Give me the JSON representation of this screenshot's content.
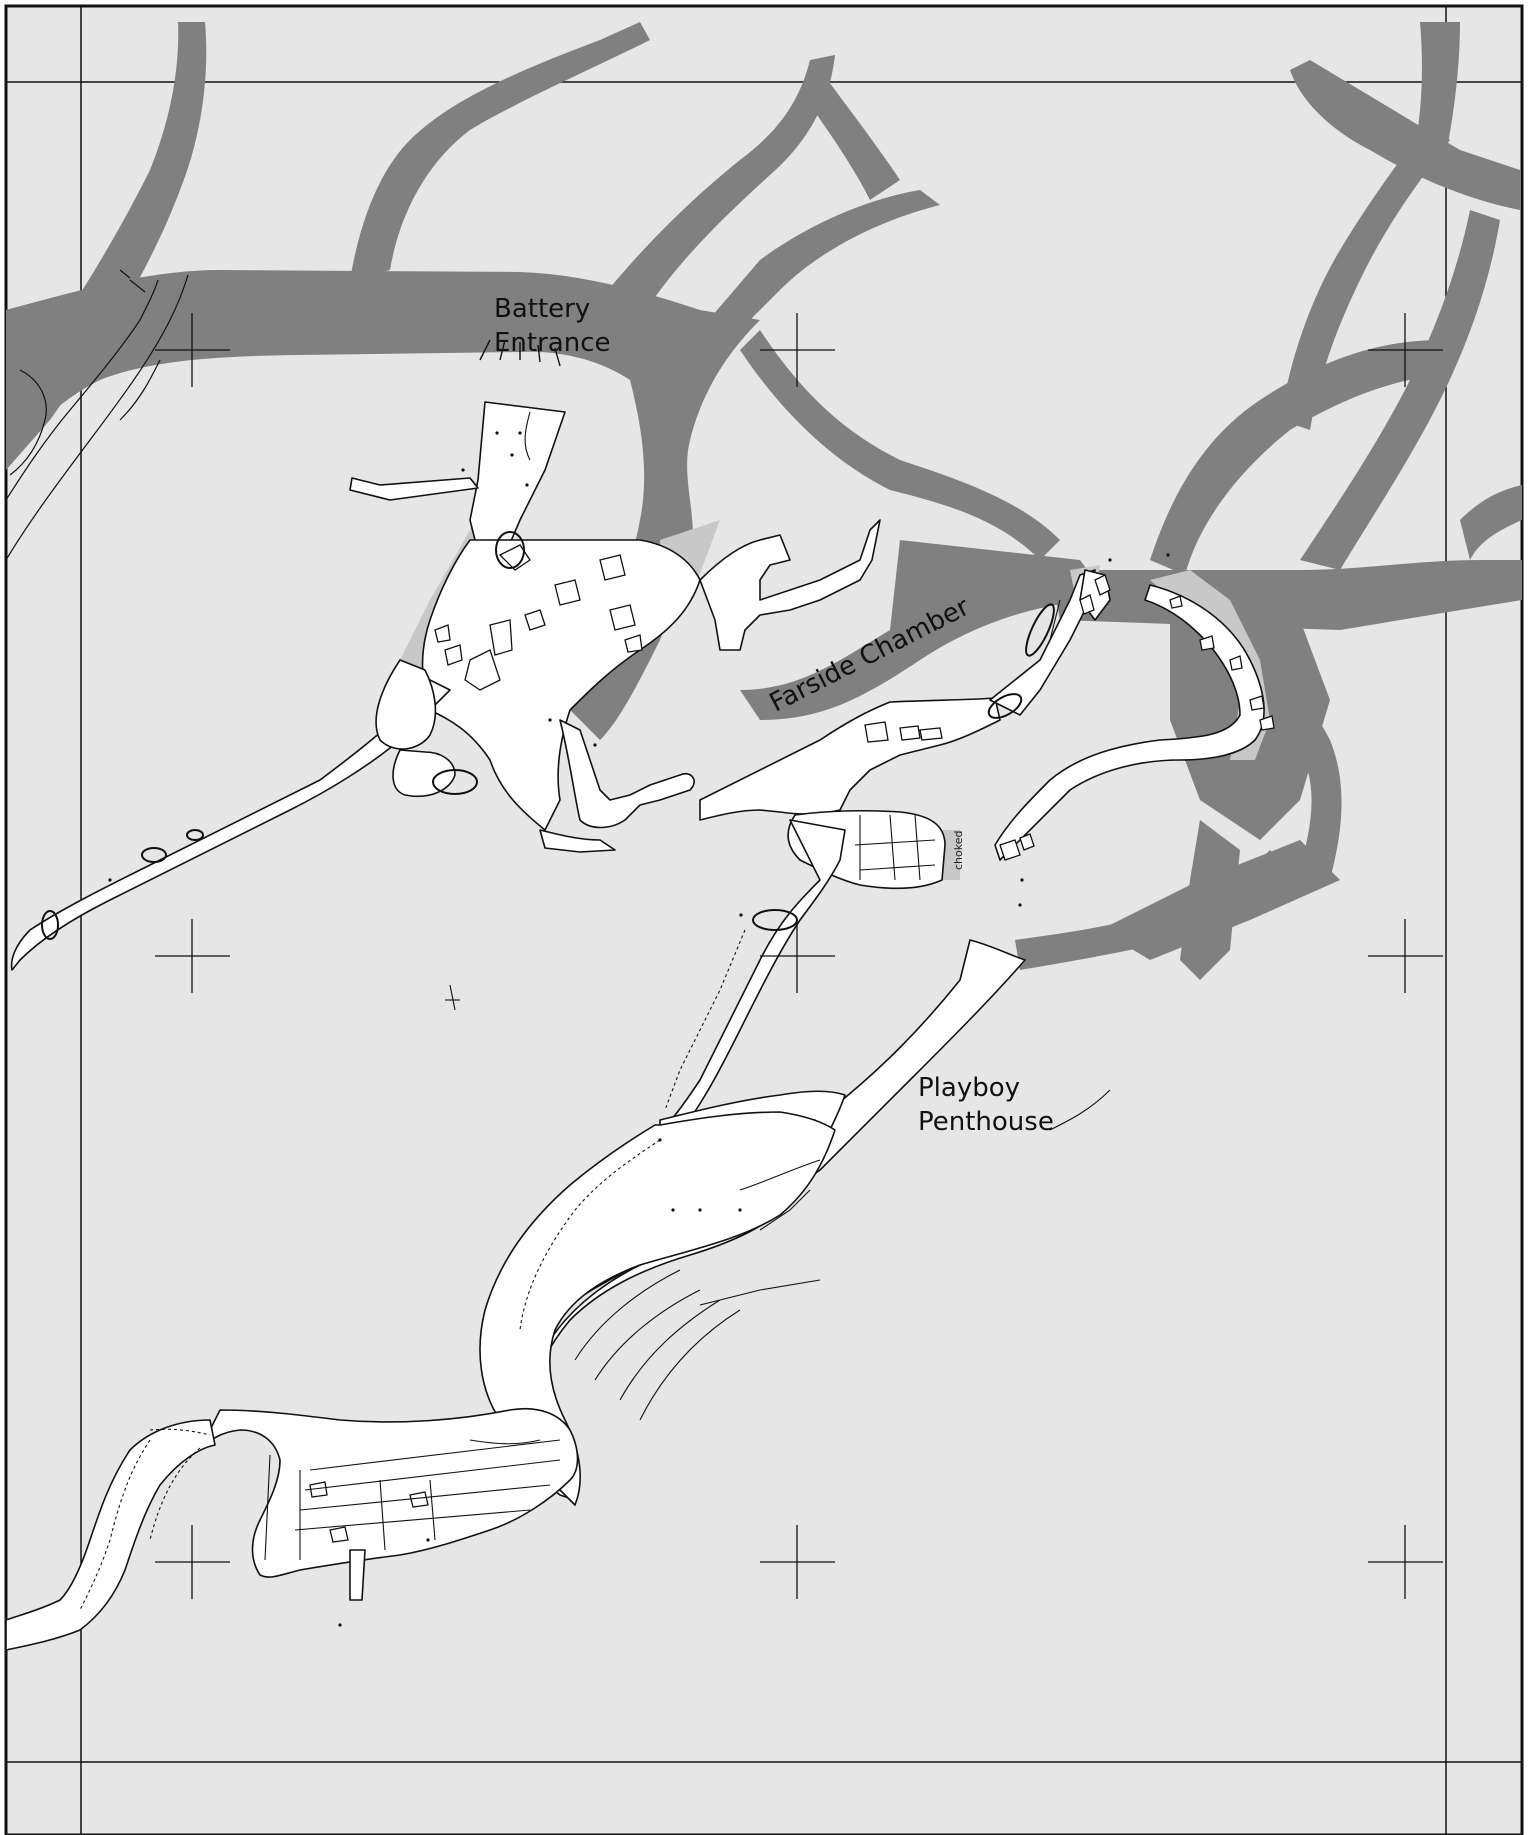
{
  "map": {
    "labels": {
      "battery_line1": "Battery",
      "battery_line2": "Entrance",
      "farside": "Farside Chamber",
      "playboy_line1": "Playboy",
      "playboy_line2": "Penthouse",
      "choked": "choked"
    },
    "colors": {
      "background": "#e6e6e6",
      "dark_passage": "#808080",
      "light_passage": "#ffffff",
      "hatched": "#c8c8c8",
      "line": "#111111"
    }
  }
}
